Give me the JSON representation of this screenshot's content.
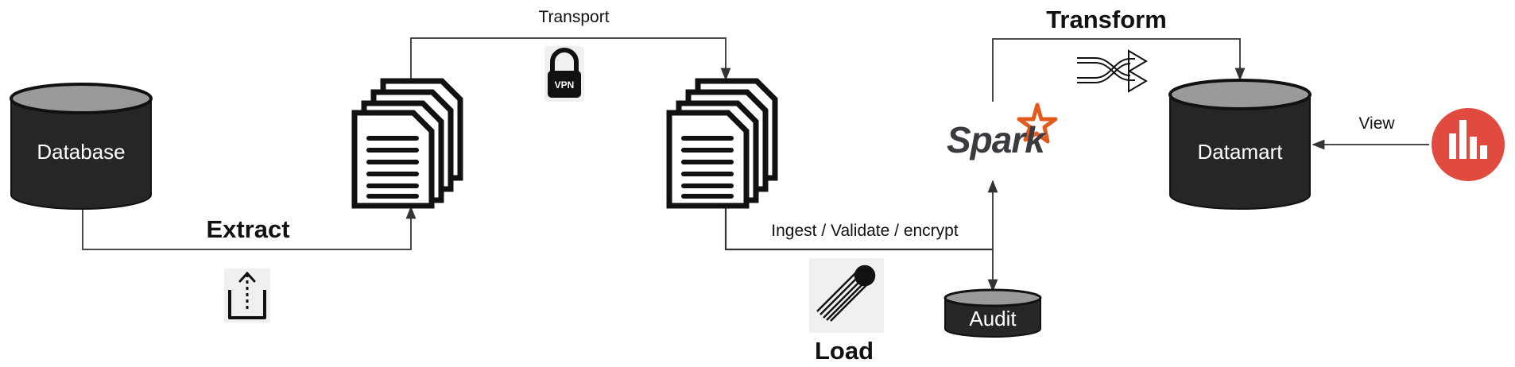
{
  "nodes": {
    "database": "Database",
    "datamart": "Datamart",
    "audit": "Audit"
  },
  "edges": {
    "transport": "Transport",
    "ingest": "Ingest / Validate / encrypt",
    "view": "View"
  },
  "stages": {
    "extract": "Extract",
    "load": "Load",
    "transform": "Transform"
  },
  "icons": {
    "vpn_badge": "VPN",
    "spark_logo": "Spark",
    "upload": "upload-icon",
    "lock": "lock-icon",
    "comet": "comet-icon",
    "shuffle": "shuffle-icon",
    "chart_app": "bar-chart-icon",
    "documents": "document-stack-icon"
  },
  "colors": {
    "cylinder_fill": "#262626",
    "cylinder_top": "#9a9a9a",
    "line": "#333333",
    "spark_orange": "#e25a1c",
    "chart_red": "#e04a3f"
  }
}
